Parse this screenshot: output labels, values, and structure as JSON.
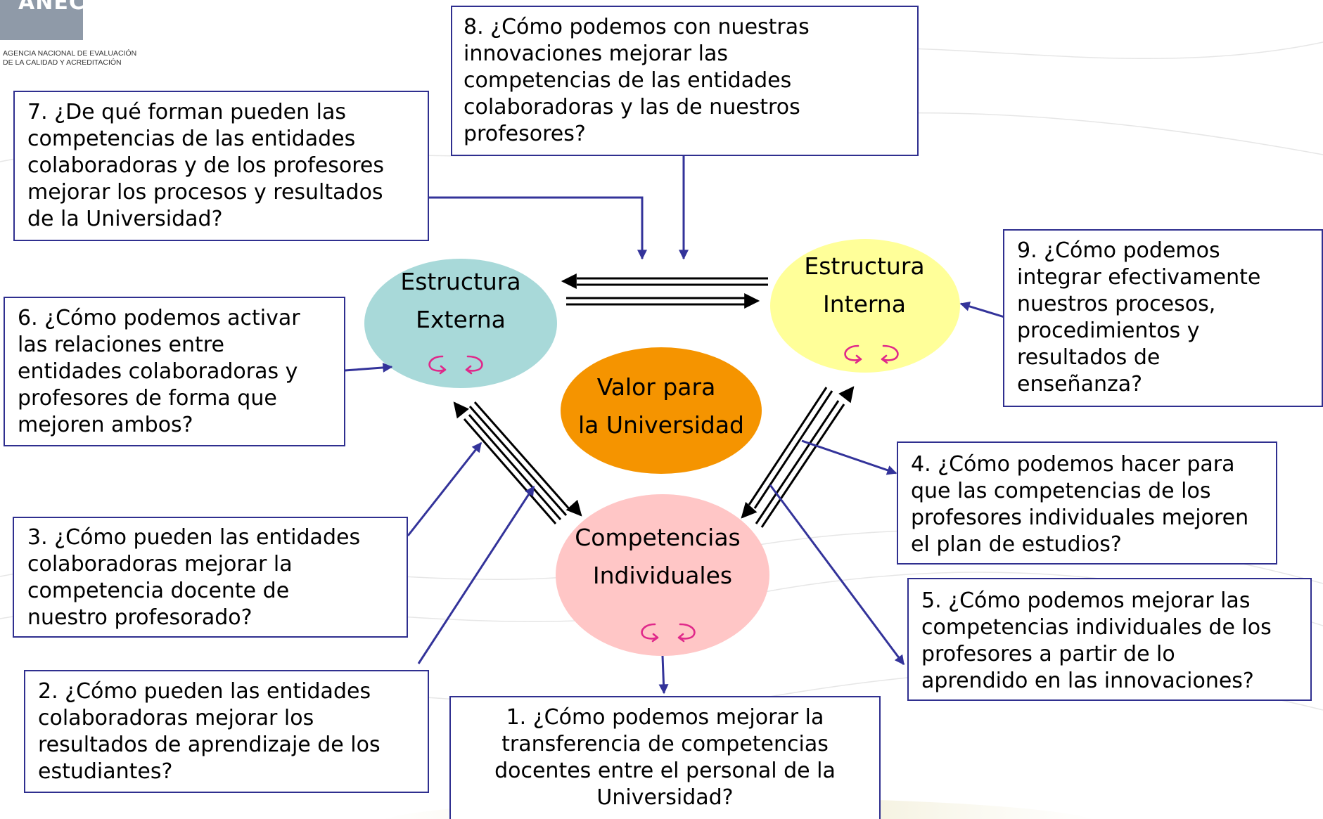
{
  "logo": {
    "mark": "ANECA",
    "subtitle_line1": "AGENCIA NACIONAL DE EVALUACIÓN",
    "subtitle_line2": "DE LA CALIDAD Y ACREDITACIÓN"
  },
  "nodes": {
    "externa": {
      "line1": "Estructura",
      "line2": "Externa",
      "color": "#a8d9d9"
    },
    "interna": {
      "line1": "Estructura",
      "line2": "Interna",
      "color": "#ffff99"
    },
    "individuales": {
      "line1": "Competencias",
      "line2": "Individuales",
      "color": "#ffc6c6"
    },
    "valor": {
      "line1": "Valor para",
      "line2": "la Universidad",
      "color": "#f59400"
    }
  },
  "questions": {
    "q1": "1. ¿Cómo podemos mejorar la\ntransferencia de competencias\ndocentes entre el personal de la\nUniversidad?",
    "q2": "2. ¿Cómo pueden las entidades\ncolaboradoras mejorar los\nresultados de aprendizaje de los\nestudiantes?",
    "q3": "3. ¿Cómo pueden las entidades\ncolaboradoras mejorar la\ncompetencia docente de\nnuestro profesorado?",
    "q4": "4. ¿Cómo podemos hacer para\nque las competencias de los\nprofesores individuales mejoren\nel plan de estudios?",
    "q5": "5. ¿Cómo podemos mejorar las\ncompetencias individuales de los\nprofesores a partir de lo\naprendido en las innovaciones?",
    "q6": "6. ¿Cómo podemos activar\nlas relaciones entre\nentidades colaboradoras y\nprofesores de forma que\nmejoren  ambos?",
    "q7": "7. ¿De qué forman pueden las\ncompetencias de las entidades\ncolaboradoras y de los profesores\nmejorar los procesos y resultados\nde la Universidad?",
    "q8": "8. ¿Cómo podemos con nuestras\ninnovaciones mejorar las\ncompetencias de las entidades\ncolaboradoras y las de nuestros\nprofesores?",
    "q9": "9. ¿Cómo podemos\nintegrar efectivamente\nnuestros procesos,\nprocedimientos y\nresultados de\nenseñanza?"
  },
  "colors": {
    "border": "#2f2f8f",
    "connector": "#33339a",
    "cycle_icon": "#e0288a"
  }
}
